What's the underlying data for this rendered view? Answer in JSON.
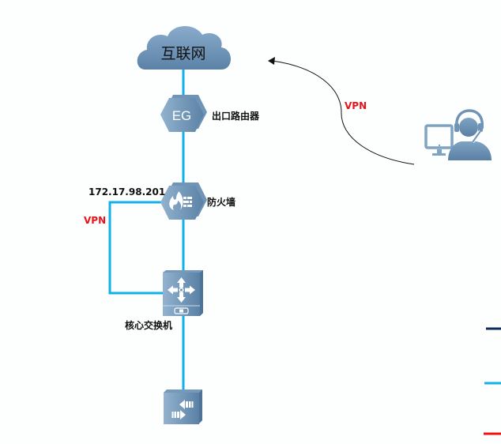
{
  "nodes": {
    "internet": {
      "label": "互联网",
      "icon": "cloud-icon"
    },
    "router": {
      "icon_text": "EG",
      "label": "出口路由器",
      "icon": "router-hexagon-icon"
    },
    "firewall": {
      "label": "防火墙",
      "ip": "172.17.98.201",
      "icon": "firewall-flame-icon"
    },
    "core_switch": {
      "label": "核心交换机",
      "icon": "layer3-switch-icon"
    },
    "access_switch": {
      "icon": "access-switch-icon"
    },
    "remote_user": {
      "icon": "remote-user-headset-monitor-icon"
    }
  },
  "links": {
    "vpn_remote_label": "VPN",
    "vpn_loop_label": "VPN"
  },
  "legend": {
    "items": [
      {
        "color": "#0f2a5c"
      },
      {
        "color": "#12b0ea"
      },
      {
        "color": "#f01010"
      }
    ]
  },
  "colors": {
    "link": "#12b0ea",
    "device_dark": "#5c84a8",
    "device_light": "#8fb0cc",
    "vpn_text": "#e8131b",
    "arrow": "#111111"
  }
}
